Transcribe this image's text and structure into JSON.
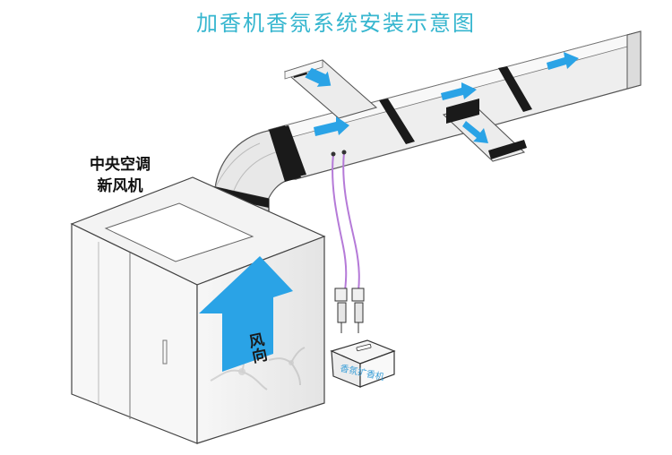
{
  "title": "加香机香氛系统安装示意图",
  "unit_label": {
    "line1": "中央空调",
    "line2": "新风机"
  },
  "airflow_label": "风向",
  "diffuser_label": "香氛扩香机",
  "colors": {
    "title": "#36b6cf",
    "arrow_blue": "#2aa3e6",
    "tube_purple": "#b57ad8",
    "duct_band": "#1a1a1a"
  }
}
